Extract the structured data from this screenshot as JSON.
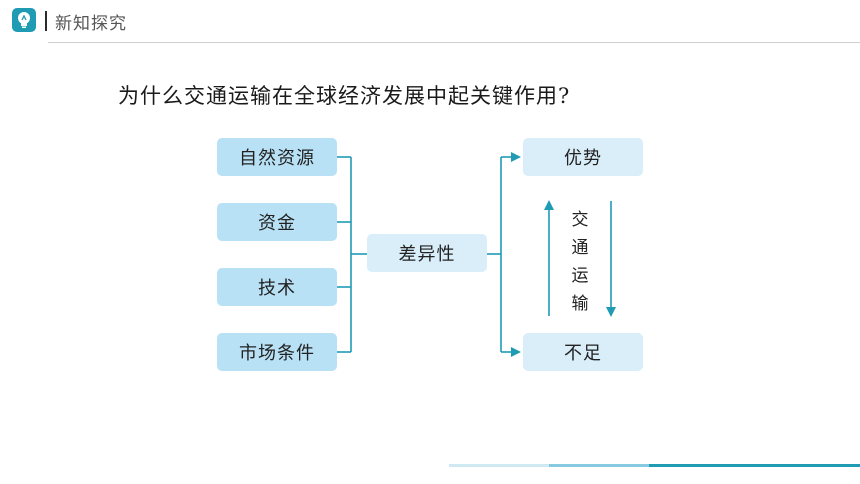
{
  "header": {
    "title": "新知探究",
    "icon": "lightbulb-icon"
  },
  "question": "为什么交通运输在全球经济发展中起关键作用?",
  "factors": [
    "自然资源",
    "资金",
    "技术",
    "市场条件"
  ],
  "center": "差异性",
  "outcomes": {
    "top": "优势",
    "bottom": "不足"
  },
  "vertical_label": [
    "交",
    "通",
    "运",
    "输"
  ],
  "colors": {
    "accent": "#1f9bb4",
    "box_blue": "#b8e1f5",
    "box_pale": "#d9eef9",
    "line": "#1f9bb4"
  }
}
